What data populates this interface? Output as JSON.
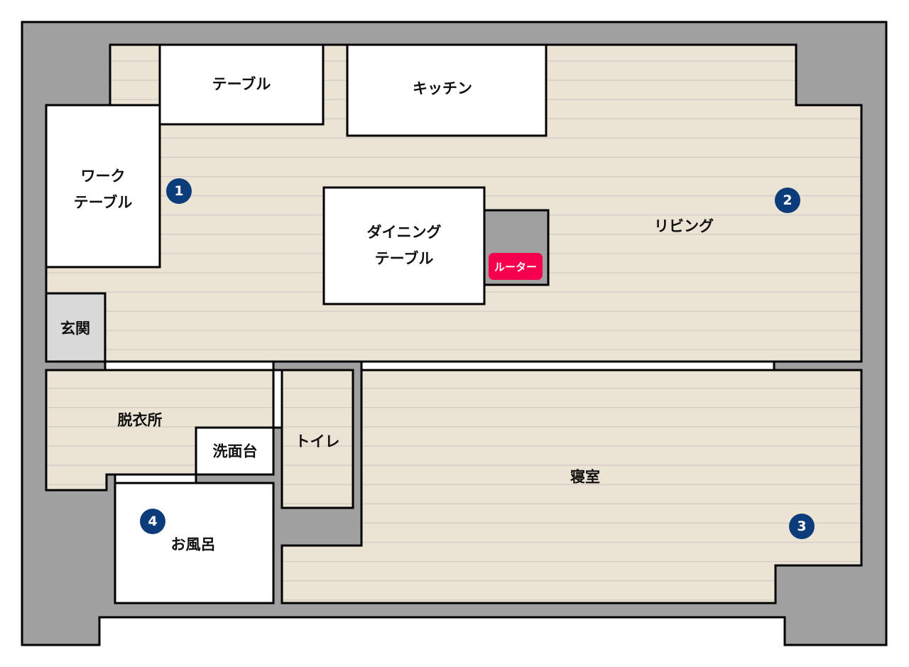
{
  "floor_plan": {
    "rooms": {
      "living": "リビング",
      "kitchen": "キッチン",
      "table": "テーブル",
      "work_table_line1": "ワーク",
      "work_table_line2": "テーブル",
      "dining_line1": "ダイニング",
      "dining_line2": "テーブル",
      "entrance": "玄関",
      "dressing": "脱衣所",
      "washbasin": "洗面台",
      "toilet": "トイレ",
      "bedroom": "寝室",
      "bath": "お風呂"
    },
    "router": "ルーター",
    "markers": [
      "1",
      "2",
      "3",
      "4"
    ],
    "colors": {
      "wall": "#a0a0a0",
      "floor": "#ebe3d4",
      "floor_line": "#cfcbc4",
      "furniture": "#ffffff",
      "entrance": "#d9d9d9",
      "marker": "#0d3c7a",
      "router": "#f5004e"
    }
  }
}
